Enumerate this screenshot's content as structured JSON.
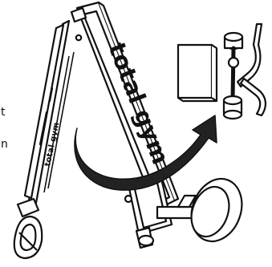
{
  "illustration": {
    "brand_main": "total gym",
    "brand_rail": "total gym",
    "cropped_text_top": "t",
    "cropped_text_bottom": "n",
    "colors": {
      "ink": "#111111",
      "paper": "#ffffff",
      "arrow_fill": "#222222"
    },
    "icons": {
      "curved_arrow": "curved-arrow-icon",
      "box": "box-icon",
      "dumbbell_bar": "dumbbell-bar-icon"
    }
  }
}
